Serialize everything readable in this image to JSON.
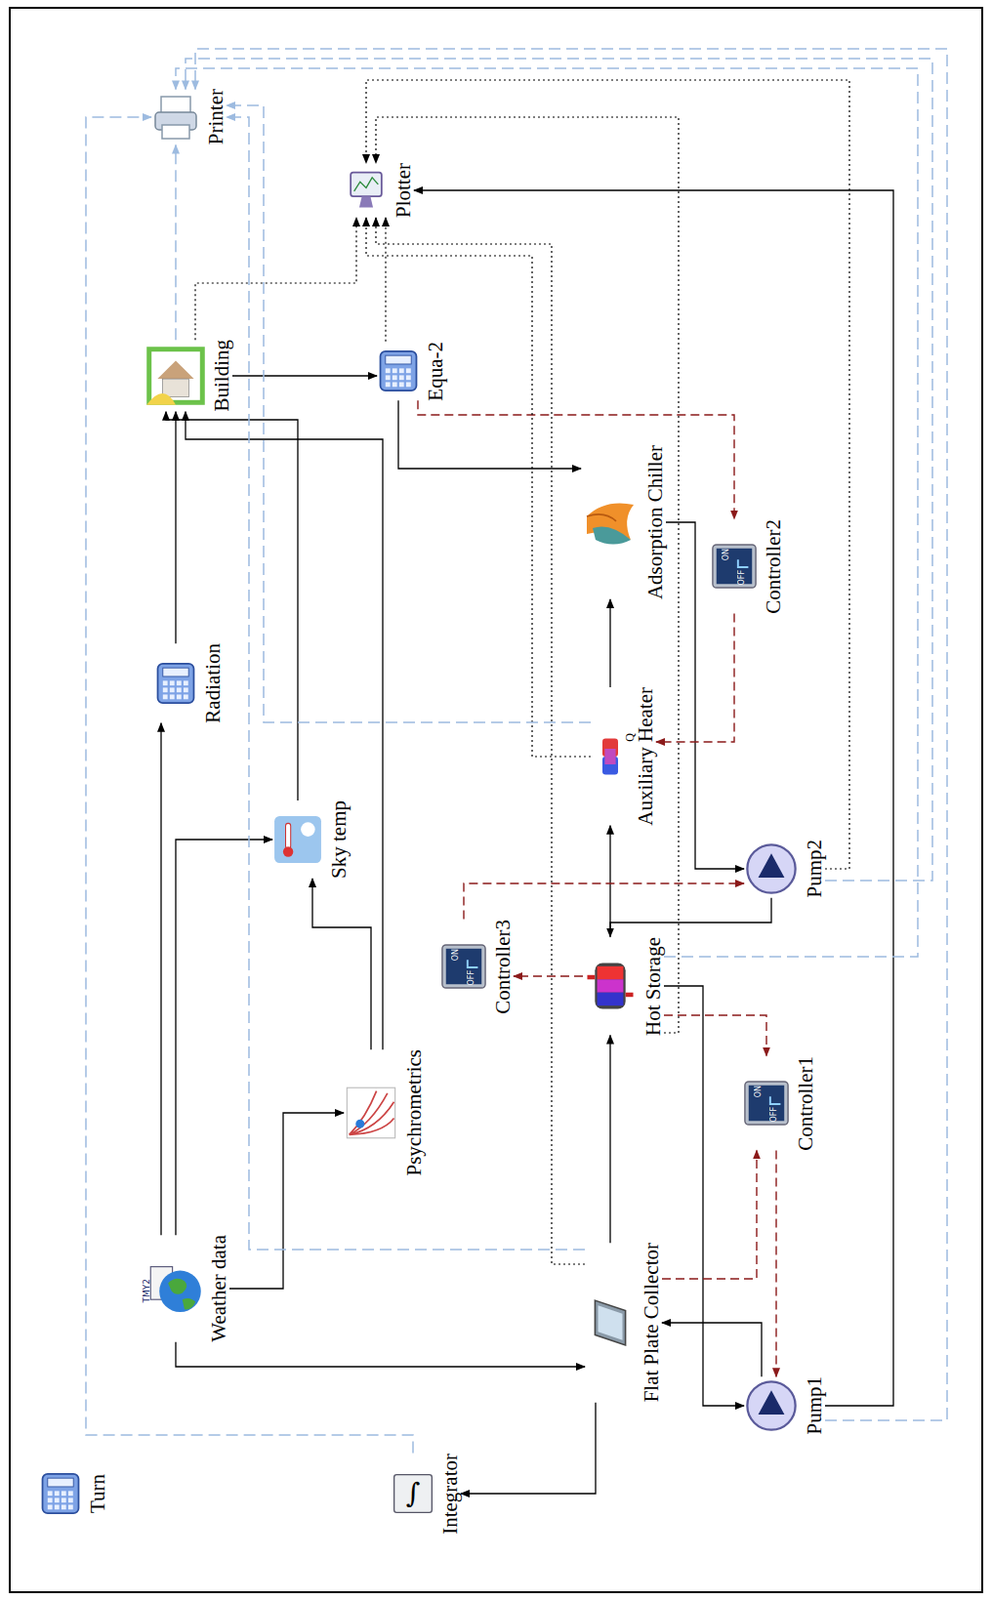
{
  "diagram": {
    "nodes": [
      {
        "text": [
          "Printer"
        ]
      },
      {
        "text": [
          "Plotter"
        ]
      },
      {
        "text": [
          "Building"
        ]
      },
      {
        "text": [
          "Equa-2"
        ]
      },
      {
        "text": [
          "Radiation"
        ]
      },
      {
        "text": [
          "Sky temp"
        ]
      },
      {
        "text": [
          "Adsorption Chiller"
        ]
      },
      {
        "text": [
          "Controller2"
        ]
      },
      {
        "text": [
          "Auxiliary Heater"
        ]
      },
      {
        "text": [
          "Pump2"
        ]
      },
      {
        "text": [
          "Controller3"
        ]
      },
      {
        "text": [
          "Psychrometrics"
        ]
      },
      {
        "text": [
          "Hot Storage"
        ]
      },
      {
        "text": [
          "Controller1"
        ]
      },
      {
        "text": [
          "Weather data"
        ]
      },
      {
        "text": [
          "Flat Plate Collector"
        ]
      },
      {
        "text": [
          "Pump1"
        ]
      },
      {
        "text": [
          "Integrator"
        ]
      },
      {
        "text": [
          "Turn"
        ]
      }
    ],
    "edges": [
      {
        "from": 14,
        "to": 4,
        "arrow": "to"
      },
      {
        "from": 14,
        "to": 5,
        "arrow": "to"
      },
      {
        "from": 14,
        "to": 11,
        "arrow": "to"
      },
      {
        "from": 14,
        "to": 15,
        "arrow": "to"
      },
      {
        "from": 11,
        "to": 5,
        "arrow": "to"
      },
      {
        "from": 11,
        "to": 2,
        "arrow": "to"
      },
      {
        "from": 4,
        "to": 2,
        "arrow": "to"
      },
      {
        "from": 5,
        "to": 2,
        "arrow": "to"
      },
      {
        "from": 15,
        "to": 12,
        "arrow": "to"
      },
      {
        "from": 12,
        "to": 16,
        "arrow": "to"
      },
      {
        "from": 16,
        "to": 15,
        "arrow": "to"
      },
      {
        "from": 12,
        "to": 8,
        "arrow": "to"
      },
      {
        "from": 8,
        "to": 6,
        "arrow": "to"
      },
      {
        "from": 6,
        "to": 9,
        "arrow": "to"
      },
      {
        "from": 9,
        "to": 12,
        "arrow": "to"
      },
      {
        "from": 2,
        "to": 3,
        "arrow": "to"
      },
      {
        "from": 3,
        "to": 6,
        "arrow": "to"
      },
      {
        "from": 15,
        "to": 17,
        "arrow": "to"
      },
      {
        "from": 16,
        "to": 1,
        "arrow": "to"
      },
      {
        "from": 15,
        "to": 13,
        "arrow": "to"
      },
      {
        "from": 12,
        "to": 13,
        "arrow": "to"
      },
      {
        "from": 13,
        "to": 16,
        "arrow": "to"
      },
      {
        "from": 12,
        "to": 10,
        "arrow": "to"
      },
      {
        "from": 10,
        "to": 9,
        "arrow": "to"
      },
      {
        "from": 3,
        "to": 7,
        "arrow": "to"
      },
      {
        "from": 7,
        "to": 8,
        "arrow": "to"
      },
      {
        "from": 15,
        "to": 1,
        "arrow": "to"
      },
      {
        "from": 8,
        "to": 1,
        "arrow": "to"
      },
      {
        "from": 2,
        "to": 1,
        "arrow": "to"
      },
      {
        "from": 3,
        "to": 1,
        "arrow": "to"
      },
      {
        "from": 9,
        "to": 1,
        "arrow": "to"
      },
      {
        "from": 12,
        "to": 1,
        "arrow": "to"
      },
      {
        "from": 17,
        "to": 0,
        "arrow": "to"
      },
      {
        "from": 15,
        "to": 0,
        "arrow": "to"
      },
      {
        "from": 8,
        "to": 0,
        "arrow": "to"
      },
      {
        "from": 9,
        "to": 0,
        "arrow": "to"
      },
      {
        "from": 12,
        "to": 0,
        "arrow": "to"
      },
      {
        "from": 2,
        "to": 0,
        "arrow": "to"
      },
      {
        "from": 16,
        "to": 0,
        "arrow": "to"
      }
    ],
    "labels": [
      "ON",
      "OFF",
      "ON",
      "OFF",
      "ON",
      "OFF",
      "TMY2",
      "Q",
      "∫"
    ]
  }
}
